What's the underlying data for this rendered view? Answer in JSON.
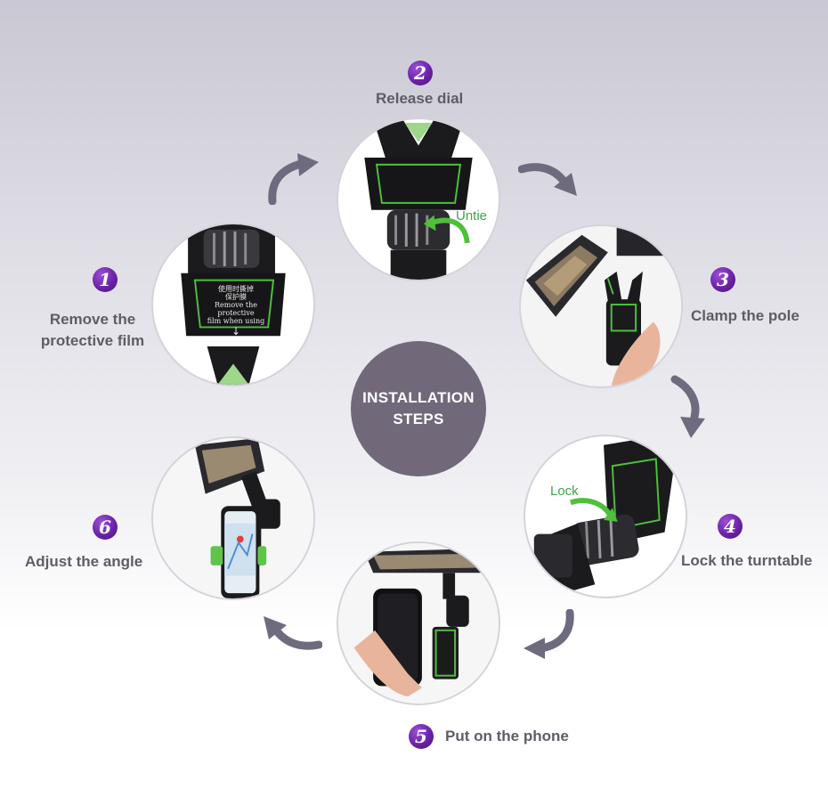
{
  "center": {
    "line1": "INSTALLATION",
    "line2": "STEPS"
  },
  "steps": [
    {
      "number": "1",
      "line1": "Remove the",
      "line2": "protective film",
      "sticker_line1": "使用时撕掉",
      "sticker_line2": "保护膜",
      "sticker_line3": "Remove the protective",
      "sticker_line4": "film when using"
    },
    {
      "number": "2",
      "label": "Release dial",
      "overlay": "Untie"
    },
    {
      "number": "3",
      "label": "Clamp the pole"
    },
    {
      "number": "4",
      "label": "Lock the turntable",
      "overlay": "Lock"
    },
    {
      "number": "5",
      "label": "Put on the phone"
    },
    {
      "number": "6",
      "label": "Adjust the angle"
    }
  ],
  "colors": {
    "center_fill": "#716879",
    "badge_purple": "#6b22a8",
    "arrow_gray": "#6f6b7e",
    "accent_green": "#3aa64a",
    "label_gray": "#5f5c67"
  },
  "icons": [
    "curved-arrow-icon"
  ]
}
